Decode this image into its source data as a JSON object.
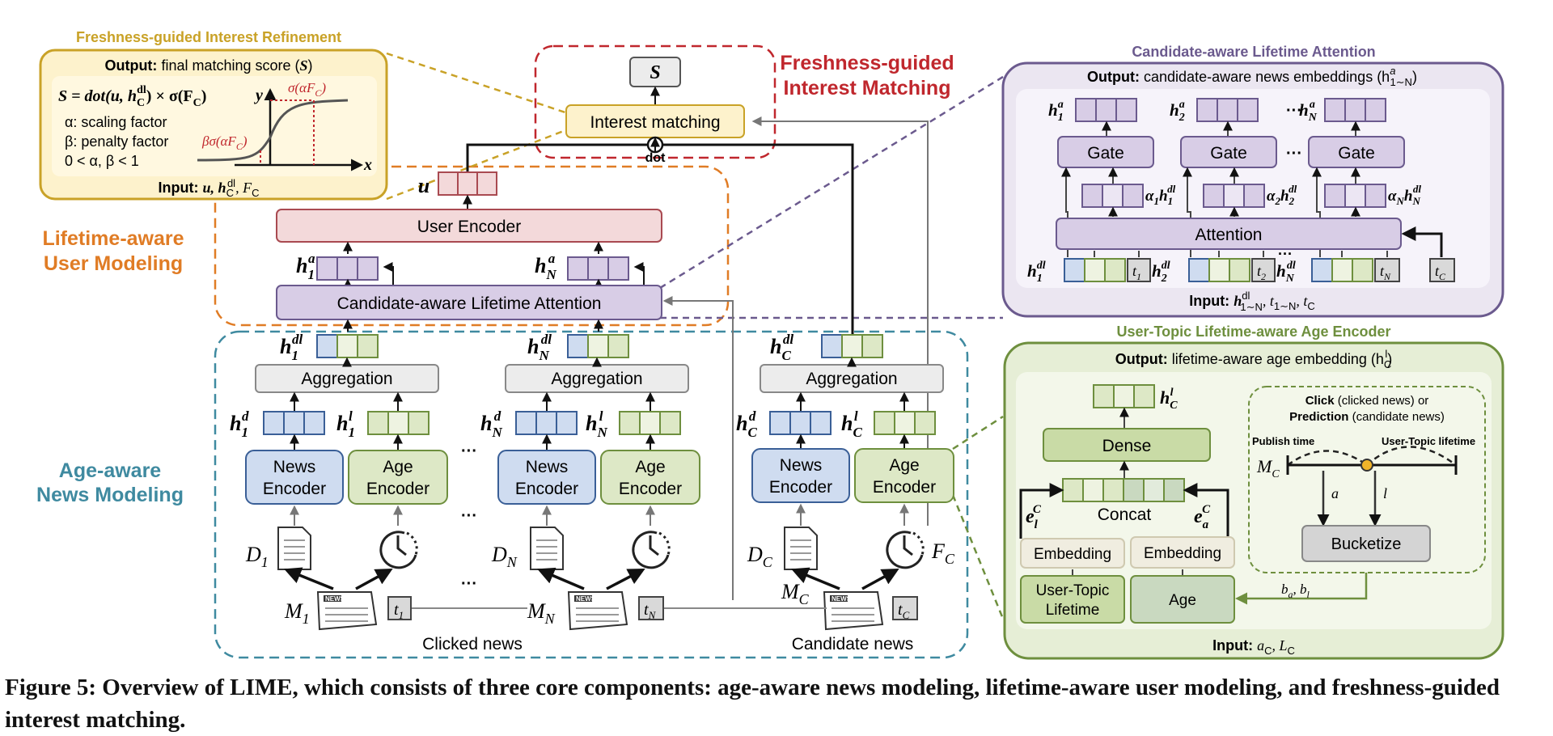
{
  "colors": {
    "blue_fill": "#cfdcf0",
    "blue_stroke": "#3a5f97",
    "green_fill": "#dde8c6",
    "green_stroke": "#6e8f3e",
    "purple_fill": "#d8cde6",
    "purple_stroke": "#6b5a8e",
    "pink_fill": "#f3d9da",
    "pink_stroke": "#a94a51",
    "gray_fill": "#ececec",
    "gray_stroke": "#888888",
    "orange_border": "#e07c25",
    "teal_border": "#3f8aa0",
    "red_border": "#c0272d",
    "gold_border": "#c9a227",
    "gold_fill": "#fdf2cc",
    "purple_panel_border": "#6b5a8e",
    "purple_panel_fill": "#ebe6f1",
    "green_panel_border": "#6e8f3e",
    "green_panel_fill": "#e6eed6"
  },
  "modules": {
    "user_encoder": "User Encoder",
    "cla": "Candidate-aware Lifetime Attention",
    "interest_matching": "Interest matching",
    "aggregation": "Aggregation",
    "news_encoder_l1": "News",
    "news_encoder_l2": "Encoder",
    "age_encoder_l1": "Age",
    "age_encoder_l2": "Encoder",
    "dot": "dot",
    "ellipsis": "···",
    "s_symbol": "S",
    "u_symbol": "u"
  },
  "section_labels": {
    "age_news_l1": "Age-aware",
    "age_news_l2": "News Modeling",
    "lifetime_user_l1": "Lifetime-aware",
    "lifetime_user_l2": "User Modeling",
    "fgim_l1": "Freshness-guided",
    "fgim_l2": "Interest Matching"
  },
  "bottom_labels": {
    "clicked": "Clicked news",
    "candidate": "Candidate news"
  },
  "news_icon_text": "NEWS",
  "columns": [
    {
      "hd": "h",
      "hd_sub": "1",
      "hd_sup": "d",
      "hl_sub": "1",
      "hl_sup": "l",
      "hdl_sub": "1",
      "hdl_sup": "dl",
      "ha_sub": "1",
      "ha_sup": "a",
      "D": "D",
      "D_sub": "1",
      "M": "M",
      "M_sub": "1",
      "t": "t",
      "t_sub": "1"
    },
    {
      "hd": "h",
      "hd_sub": "N",
      "hd_sup": "d",
      "hl_sub": "N",
      "hl_sup": "l",
      "hdl_sub": "N",
      "hdl_sup": "dl",
      "ha_sub": "N",
      "ha_sup": "a",
      "D": "D",
      "D_sub": "N",
      "M": "M",
      "M_sub": "N",
      "t": "t",
      "t_sub": "N"
    },
    {
      "hd": "h",
      "hd_sub": "C",
      "hd_sup": "d",
      "hl_sub": "C",
      "hl_sup": "l",
      "hdl_sub": "C",
      "hdl_sup": "dl",
      "D": "D",
      "D_sub": "C",
      "M": "M",
      "M_sub": "C",
      "t": "t",
      "t_sub": "C",
      "F": "F",
      "F_sub": "C"
    }
  ],
  "fgir": {
    "title": "Freshness-guided Interest Refinement",
    "output_label": "Output:",
    "output_text": "final matching score (",
    "output_sym": "S",
    "output_close": ")",
    "formula": "S = dot(u, h",
    "formula_sub": "C",
    "formula_sup": "dl",
    "formula_tail": ") × σ(F",
    "formula_tail_sub": "C",
    "formula_end": ")",
    "alpha_line": "α: scaling factor",
    "beta_line": "β: penalty factor",
    "range_line": "0 < α, β < 1",
    "curve_top": "σ(αF",
    "curve_top_sub": "C",
    "curve_top_end": ")",
    "curve_bottom": "βσ(αF",
    "curve_bottom_sub": "C",
    "curve_bottom_end": ")",
    "y_axis": "y",
    "x_axis": "x",
    "input_label": "Input:",
    "input_text": "u, h",
    "input_sub": "C",
    "input_sup": "dl",
    "input_tail": ", F",
    "input_tail_sub": "C"
  },
  "cla_panel": {
    "title": "Candidate-aware Lifetime Attention",
    "output_label": "Output:",
    "output_text": "candidate-aware news embeddings (h",
    "output_sup": "a",
    "output_sub": "1∼N",
    "output_close": ")",
    "gate": "Gate",
    "attention": "Attention",
    "ha": [
      "1",
      "2",
      "N"
    ],
    "alpha_terms": [
      {
        "a": "α",
        "a_sub": "1",
        "h_sub": "1"
      },
      {
        "a": "α",
        "a_sub": "2",
        "h_sub": "2"
      },
      {
        "a": "α",
        "a_sub": "N",
        "h_sub": "N"
      }
    ],
    "hdl_inputs": [
      "1",
      "2",
      "N"
    ],
    "t_inputs": [
      "1",
      "2",
      "N"
    ],
    "t_c_sub": "C",
    "input_label": "Input:",
    "input_text": "h",
    "input_sup": "dl",
    "input_sub": "1∼N",
    "input_t": ", t",
    "input_t_sub": "1∼N",
    "input_tc": ", t",
    "input_tc_sub": "C"
  },
  "utla_panel": {
    "title": "User-Topic Lifetime-aware Age Encoder",
    "output_label": "Output:",
    "output_text": "lifetime-aware age embedding (h",
    "output_sub": "C",
    "output_sup": "l",
    "output_close": ")",
    "dense": "Dense",
    "concat": "Concat",
    "embedding": "Embedding",
    "user_topic_l1": "User-Topic",
    "user_topic_l2": "Lifetime",
    "age": "Age",
    "bucketize": "Bucketize",
    "click_bold": "Click",
    "click_rest": " (clicked news) or",
    "prediction_bold": "Prediction",
    "prediction_rest": " (candidate news)",
    "publish_time": "Publish time",
    "user_topic_lifetime": "User-Topic lifetime",
    "mc": "M",
    "mc_sub": "C",
    "a": "a",
    "l": "l",
    "el": "e",
    "el_sub": "l",
    "el_sup": "C",
    "ea": "e",
    "ea_sub": "a",
    "ea_sup": "C",
    "hl": "h",
    "hl_sub": "C",
    "hl_sup": "l",
    "ba": "b",
    "ba_sub": "a",
    "bl": ", b",
    "bl_sub": "l",
    "input_label": "Input:",
    "input_text": "a",
    "input_sub": "C",
    "input_tail": ", L",
    "input_tail_sub": "C"
  },
  "caption": "Figure 5: Overview of LIME, which consists of three core components: age-aware news modeling, lifetime-aware user modeling, and freshness-guided interest matching."
}
